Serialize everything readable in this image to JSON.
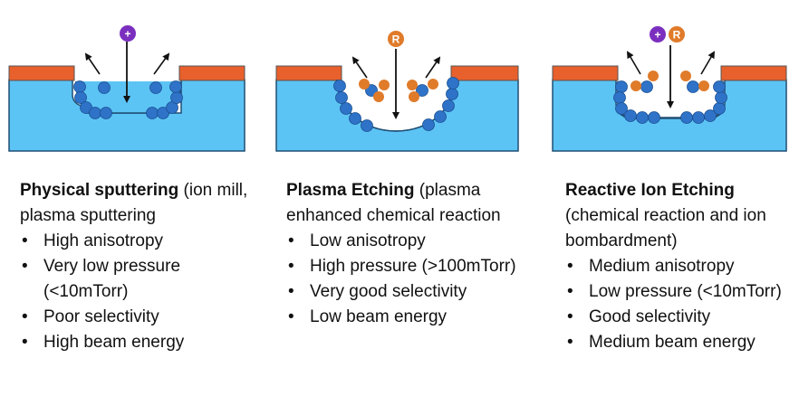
{
  "colors": {
    "substrate": "#5cc4f5",
    "mask": "#e8602c",
    "atom": "#2f73c8",
    "reactive_radical": "#e07b2a",
    "ion": "#7b2fbf"
  },
  "icons": {
    "ion": "purple-circle-plus",
    "radical": "orange-circle-R"
  },
  "ion_symbol": "+",
  "radical_symbol": "R",
  "panels": [
    {
      "title_bold": "Physical sputtering",
      "title_rest": " (ion mill, plasma sputtering",
      "bullets": [
        "High anisotropy",
        "Very low pressure (<10mTorr)",
        "Poor selectivity",
        "High beam energy"
      ]
    },
    {
      "title_bold": "Plasma Etching",
      "title_rest": " (plasma enhanced chemical reaction",
      "bullets": [
        "Low anisotropy",
        "High pressure (>100mTorr)",
        "Very good selectivity",
        "Low beam energy"
      ]
    },
    {
      "title_bold": "Reactive Ion Etching",
      "title_rest": " (chemical reaction and ion bombardment)",
      "bullets": [
        "Medium anisotropy",
        "Low pressure (<10mTorr)",
        "Good selectivity",
        "Medium beam energy"
      ]
    }
  ]
}
